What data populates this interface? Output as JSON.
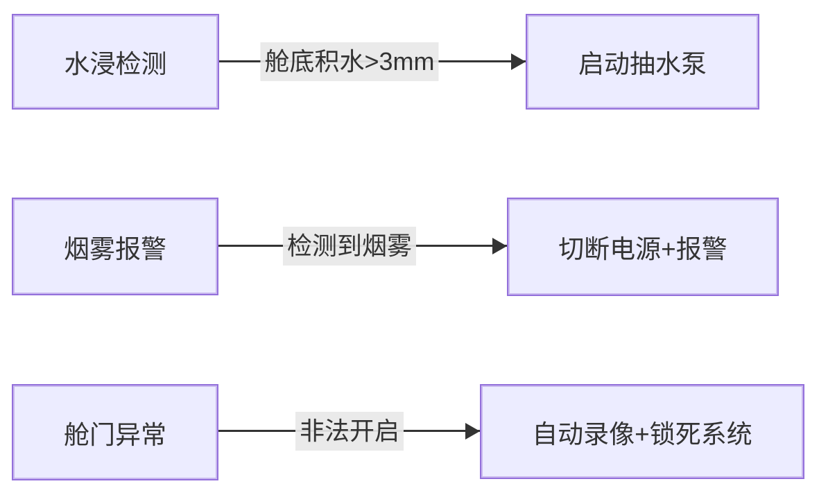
{
  "diagram": {
    "type": "flowchart-LR",
    "rows": [
      {
        "source": "水浸检测",
        "condition": "舱底积水>3mm",
        "target": "启动抽水泵"
      },
      {
        "source": "烟雾报警",
        "condition": "检测到烟雾",
        "target": "切断电源+报警"
      },
      {
        "source": "舱门异常",
        "condition": "非法开启",
        "target": "自动录像+锁死系统"
      }
    ],
    "colors": {
      "node_fill": "#ECECFF",
      "node_border": "#9370DB",
      "edge": "#333333",
      "edge_label_bg": "#e8e8e8",
      "text": "#333333"
    }
  }
}
